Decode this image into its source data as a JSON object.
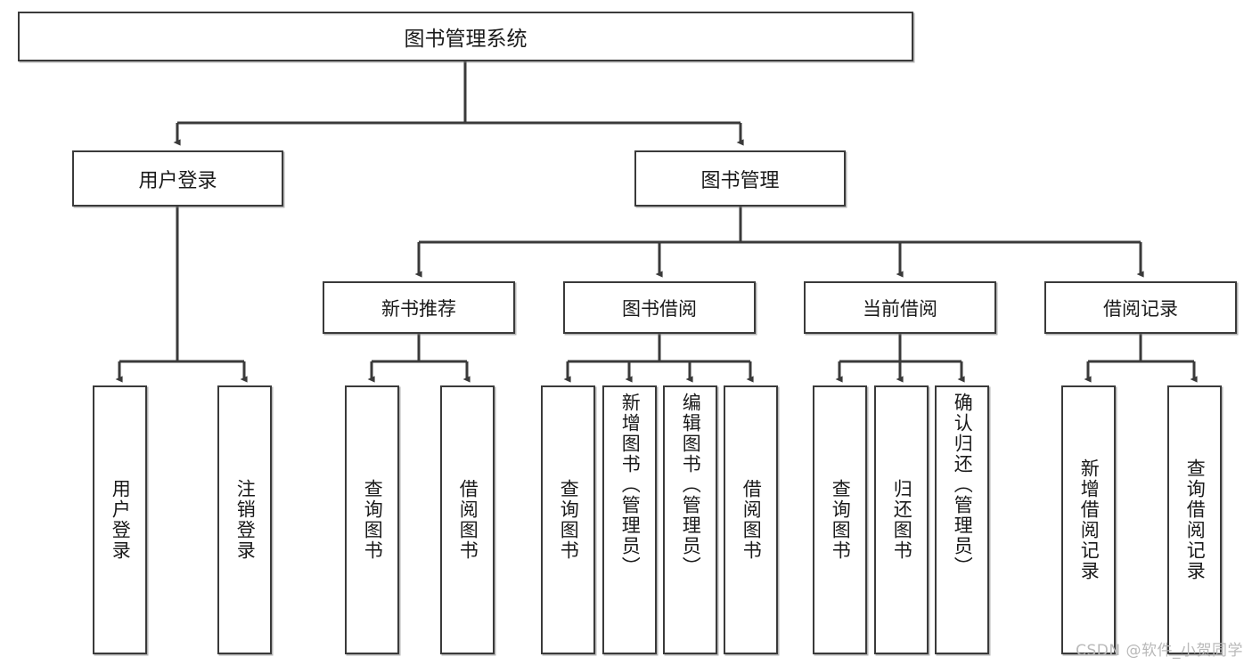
{
  "diagram": {
    "title": "图书管理系统",
    "type": "tree-hierarchy-diagram",
    "watermark": "CSDN @软件_小贺同学",
    "colors": {
      "box_border": "#3a3a3a",
      "box_fill": "#ffffff",
      "connector": "#3a3a3a",
      "text": "#1a1a1a",
      "watermark": "#b9b9b9",
      "background": "#ffffff"
    },
    "root": {
      "label": "图书管理系统"
    },
    "level1": [
      {
        "label": "用户登录"
      },
      {
        "label": "图书管理"
      }
    ],
    "level2": [
      {
        "label": "新书推荐"
      },
      {
        "label": "图书借阅"
      },
      {
        "label": "当前借阅"
      },
      {
        "label": "借阅记录"
      }
    ],
    "leaves": {
      "user_login": [
        {
          "label": "用户登录"
        },
        {
          "label": "注销登录"
        }
      ],
      "new_book_recommend": [
        {
          "label": "查询图书"
        },
        {
          "label": "借阅图书"
        }
      ],
      "book_borrow": [
        {
          "label": "查询图书"
        },
        {
          "label": "新增图书（管理员）"
        },
        {
          "label": "编辑图书（管理员）"
        },
        {
          "label": "借阅图书"
        }
      ],
      "current_borrow": [
        {
          "label": "查询图书"
        },
        {
          "label": "归还图书"
        },
        {
          "label": "确认归还（管理员）"
        }
      ],
      "borrow_record": [
        {
          "label": "新增借阅记录"
        },
        {
          "label": "查询借阅记录"
        }
      ]
    }
  }
}
